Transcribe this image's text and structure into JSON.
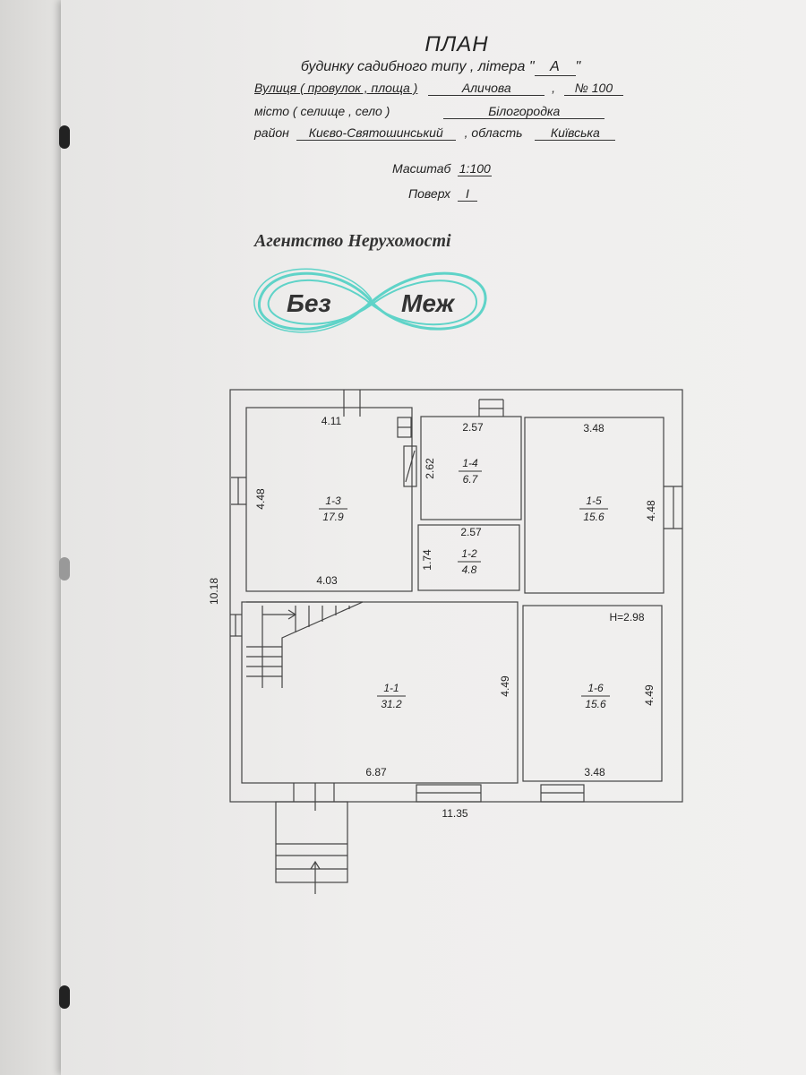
{
  "header": {
    "title": "ПЛАН",
    "subtitle": "будинку садибного типу , літера \"",
    "letter": "А",
    "quote_end": "\"",
    "street_label": "Вулиця ( провулок , площа )",
    "street_value": "Аличова",
    "number_sep": ",",
    "number_value": "№ 100",
    "city_label": "місто ( селище , село )",
    "city_value": "Білогородка",
    "district_label": "район",
    "district_value": "Києво-Святошинський",
    "region_label": ", область",
    "region_value": "Київська",
    "scale_label": "Масштаб",
    "scale_value": "1:100",
    "floor_label": "Поверх",
    "floor_value": "I"
  },
  "logo": {
    "agency": "Агентство Нерухомості",
    "word1": "Без",
    "word2": "Меж",
    "color": "#5fd3c8"
  },
  "plan": {
    "rooms": [
      {
        "id": "1-3",
        "area": "17.9"
      },
      {
        "id": "1-4",
        "area": "6.7"
      },
      {
        "id": "1-5",
        "area": "15.6"
      },
      {
        "id": "1-2",
        "area": "4.8"
      },
      {
        "id": "1-1",
        "area": "31.2"
      },
      {
        "id": "1-6",
        "area": "15.6"
      }
    ],
    "dims": {
      "r13_top": "4.11",
      "r13_left": "4.48",
      "r13_bottom": "4.03",
      "r14_top": "2.57",
      "r14_left": "2.62",
      "r12_top": "2.57",
      "r12_left": "1.74",
      "r15_top": "3.48",
      "r15_right": "4.48",
      "height": "H=2.98",
      "total_left": "10.18",
      "r11_right": "4.49",
      "r11_bottom": "6.87",
      "r16_right": "4.49",
      "r16_bottom": "3.48",
      "total_bottom": "11.35"
    }
  }
}
